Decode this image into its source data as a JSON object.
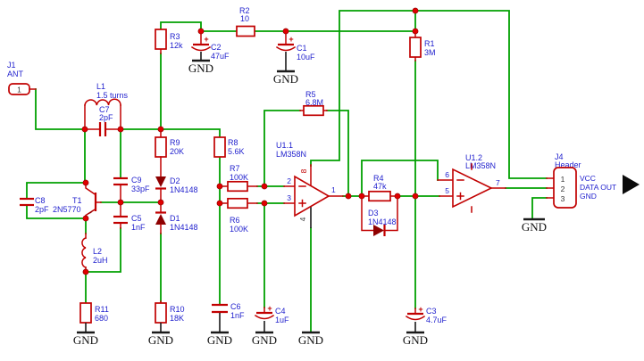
{
  "schematic": {
    "gnd_label": "GND",
    "plus_label": "+",
    "colors": {
      "wire": "#00A000",
      "comp": "#C10000",
      "label": "#2323CE",
      "dot": "#E00000",
      "dfill": "#8E0000"
    },
    "components": {
      "j1": {
        "ref": "J1",
        "value": "ANT",
        "pin1": "1"
      },
      "l1": {
        "ref": "L1",
        "value": "1.5 turns"
      },
      "c7": {
        "ref": "C7",
        "value": "2pF"
      },
      "c8": {
        "ref": "C8",
        "value": "2pF"
      },
      "t1": {
        "ref": "T1",
        "value": "2N5770"
      },
      "l2": {
        "ref": "L2",
        "value": "2uH"
      },
      "r11": {
        "ref": "R11",
        "value": "680"
      },
      "r3": {
        "ref": "R3",
        "value": "12k"
      },
      "c2": {
        "ref": "C2",
        "value": "47uF"
      },
      "r2": {
        "ref": "R2",
        "value": "10"
      },
      "c1": {
        "ref": "C1",
        "value": "10uF"
      },
      "r1": {
        "ref": "R1",
        "value": "3M"
      },
      "r9": {
        "ref": "R9",
        "value": "20K"
      },
      "r8": {
        "ref": "R8",
        "value": "5.6K"
      },
      "r7": {
        "ref": "R7",
        "value": "100K"
      },
      "r6": {
        "ref": "R6",
        "value": "100K"
      },
      "r5": {
        "ref": "R5",
        "value": "6.8M"
      },
      "r10": {
        "ref": "R10",
        "value": "18K"
      },
      "c9": {
        "ref": "C9",
        "value": "33pF"
      },
      "c5": {
        "ref": "C5",
        "value": "1nF"
      },
      "c6": {
        "ref": "C6",
        "value": "1nF"
      },
      "c4": {
        "ref": "C4",
        "value": "1uF"
      },
      "c3": {
        "ref": "C3",
        "value": "4.7uF"
      },
      "d2": {
        "ref": "D2",
        "value": "1N4148"
      },
      "d1": {
        "ref": "D1",
        "value": "1N4148"
      },
      "d3": {
        "ref": "D3",
        "value": "1N4148"
      },
      "r4": {
        "ref": "R4",
        "value": "47k"
      },
      "u1a": {
        "ref": "U1.1",
        "value": "LM358N",
        "pin_inv": "2",
        "pin_noninv": "3",
        "pin_out": "1",
        "pin_vcc": "8",
        "pin_gnd": "4"
      },
      "u1b": {
        "ref": "U1.2",
        "value": "LM358N",
        "pin_inv": "6",
        "pin_noninv": "5",
        "pin_out": "7"
      },
      "j4": {
        "ref": "J4",
        "value": "Header",
        "pin1": "1",
        "pin2": "2",
        "pin3": "3",
        "sig1": "VCC",
        "sig2": "DATA OUT",
        "sig3": "GND"
      }
    }
  }
}
